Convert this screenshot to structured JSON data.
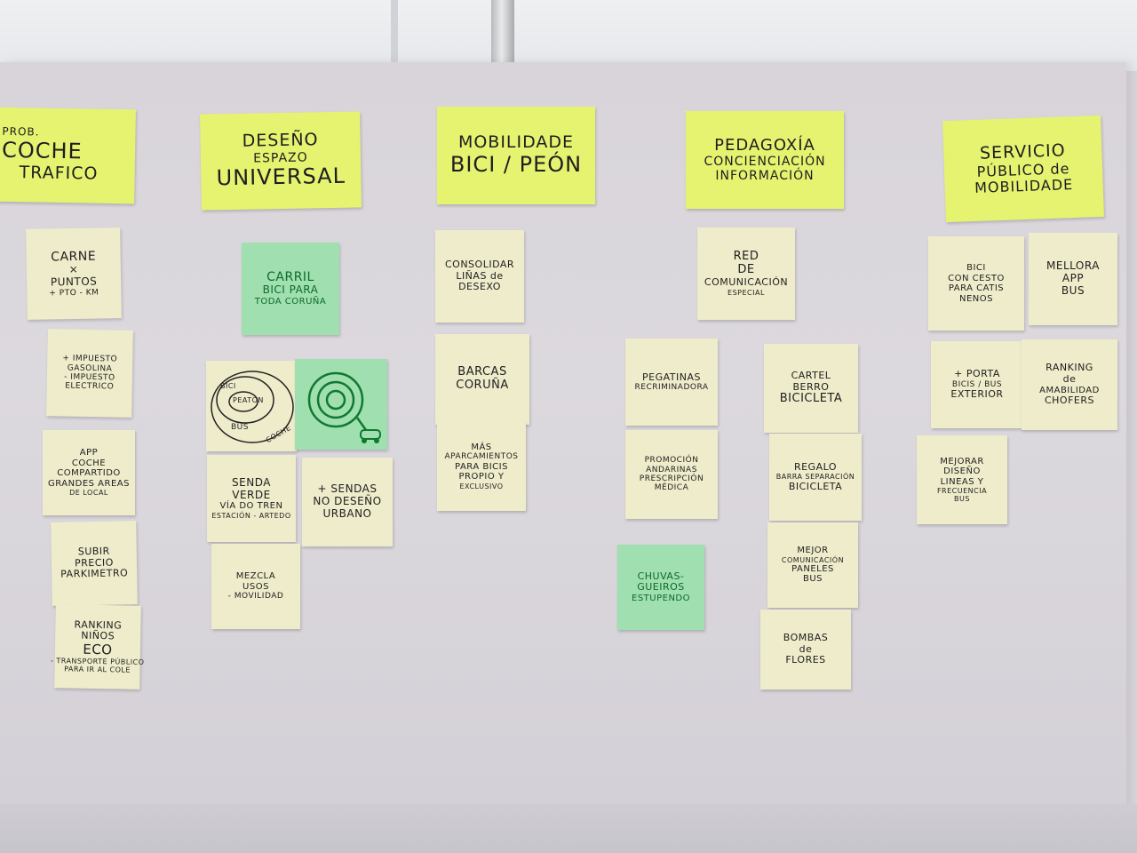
{
  "columns": [
    {
      "header": [
        "PROB.",
        "COCHE",
        "TRAFICO"
      ],
      "notes": [
        [
          "CARNE",
          "×",
          "PUNTOS",
          "+ PTO - KM"
        ],
        [
          "+ IMPUESTO",
          "GASOLINA",
          "- IMPUESTO",
          "ELECTRICO"
        ],
        [
          "APP",
          "COCHE",
          "COMPARTIDO",
          "GRANDES AREAS",
          "DE LOCAL"
        ],
        [
          "SUBIR",
          "PRECIO",
          "PARKIMETRO"
        ],
        [
          "RANKING",
          "NIÑOS",
          "ECO",
          "- TRANSPORTE PÚBLICO",
          "PARA IR AL COLE"
        ]
      ]
    },
    {
      "header": [
        "DESEÑO",
        "ESPAZO",
        "UNIVERSAL"
      ],
      "notes": [
        [
          "CARRIL",
          "BICI PARA",
          "TODA CORUÑA"
        ],
        [
          "BICI",
          "PEATÓN",
          "BUS",
          "COCHE"
        ],
        [
          "SENDA",
          "VERDE",
          "VÍA DO TREN",
          "ESTACIÓN - ARTEDO"
        ],
        [
          "+ SENDAS",
          "NO DESEÑO",
          "URBANO"
        ],
        [
          "MEZCLA",
          "USOS",
          "- MOVILIDAD"
        ]
      ]
    },
    {
      "header": [
        "MOBILIDADE",
        "BICI / PEÓN"
      ],
      "notes": [
        [
          "CONSOLIDAR",
          "LIÑAS de",
          "DESEXO"
        ],
        [
          "BARCAS",
          "CORUÑA"
        ],
        [
          "MÁS",
          "APARCAMIENTOS",
          "PARA BICIS",
          "PROPIO Y",
          "EXCLUSIVO"
        ]
      ]
    },
    {
      "header": [
        "PEDAGOXÍA",
        "CONCIENCIACIÓN",
        "INFORMACIÓN"
      ],
      "notes": [
        [
          "RED",
          "DE",
          "COMUNICACIÓN",
          "ESPECIAL"
        ],
        [
          "PEGATINAS",
          "RECRIMINADORA"
        ],
        [
          "PROMOCIÓN",
          "ANDARINAS",
          "PRESCRIPCIÓN",
          "MÉDICA"
        ],
        [
          "CHUVAS-",
          "GUEIROS",
          "ESTUPENDO"
        ],
        [
          "CARTEL",
          "BERRO",
          "BICICLETA"
        ],
        [
          "REGALO",
          "BARRA SEPARACIÓN",
          "BICICLETA"
        ],
        [
          "MEJOR",
          "COMUNICACIÓN",
          "PANELES",
          "BUS"
        ],
        [
          "BOMBAS",
          "de",
          "FLORES"
        ]
      ]
    },
    {
      "header": [
        "SERVICIO",
        "PÚBLICO de",
        "MOBILIDADE"
      ],
      "notes": [
        [
          "BICI",
          "CON CESTO",
          "PARA CATIS",
          "NENOS"
        ],
        [
          "MELLORA",
          "APP",
          "BUS"
        ],
        [
          "+ PORTA",
          "BICIS / BUS",
          "EXTERIOR"
        ],
        [
          "RANKING",
          "de",
          "AMABILIDAD",
          "CHOFERS"
        ],
        [
          "MEJORAR",
          "DISEÑO",
          "LINEAS Y",
          "FRECUENCIA",
          "BUS"
        ]
      ]
    }
  ]
}
